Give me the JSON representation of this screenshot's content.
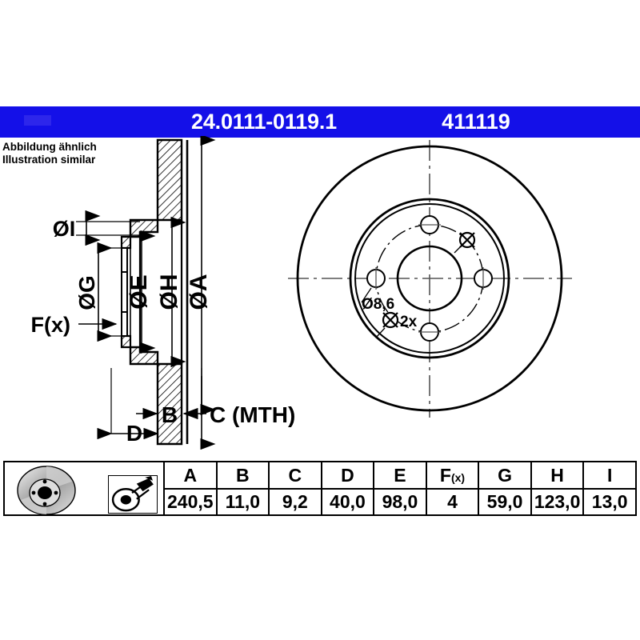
{
  "header": {
    "part_number": "24.0111-0119.1",
    "reference_number": "411119",
    "bar_color": "#1410e8",
    "text_color": "#ffffff"
  },
  "disclaimer": {
    "line_de": "Abbildung ähnlich",
    "line_en": "Illustration similar"
  },
  "drawing": {
    "section_labels": {
      "i": "ØI",
      "g": "ØG",
      "e": "ØE",
      "h": "ØH",
      "a": "ØA",
      "fx": "F(x)",
      "b": "B",
      "c": "C (MTH)",
      "d": "D"
    },
    "face_view_labels": {
      "hole_diameter": "Ø8,6",
      "hole_count": "2x"
    }
  },
  "spec_table": {
    "icon_disc": "brake-disc-icon",
    "icon_measure": "caliper-measure-icon",
    "columns": [
      {
        "key": "A",
        "label": "A",
        "label_sub": "",
        "value": "240,5"
      },
      {
        "key": "B",
        "label": "B",
        "label_sub": "",
        "value": "11,0"
      },
      {
        "key": "C",
        "label": "C",
        "label_sub": "",
        "value": "9,2"
      },
      {
        "key": "D",
        "label": "D",
        "label_sub": "",
        "value": "40,0"
      },
      {
        "key": "E",
        "label": "E",
        "label_sub": "",
        "value": "98,0"
      },
      {
        "key": "F",
        "label": "F",
        "label_sub": "(x)",
        "value": "4"
      },
      {
        "key": "G",
        "label": "G",
        "label_sub": "",
        "value": "59,0"
      },
      {
        "key": "H",
        "label": "H",
        "label_sub": "",
        "value": "123,0"
      },
      {
        "key": "I",
        "label": "I",
        "label_sub": "",
        "value": "13,0"
      }
    ]
  }
}
